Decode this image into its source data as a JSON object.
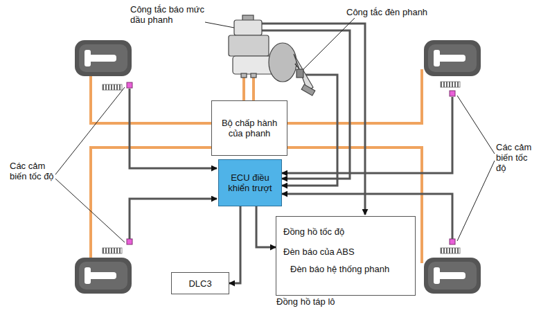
{
  "diagram": {
    "nodes": [
      {
        "text": [
          "Bộ chấp hành của phanh"
        ]
      },
      {
        "text": [
          "ECU điều khiển trượt"
        ]
      },
      {
        "text": [
          "DLC3"
        ]
      },
      {
        "text": [
          "Đồng hồ tốc độ",
          "Đèn báo của ABS",
          "Đèn báo hệ thống phanh",
          "Đồng hồ táp lô"
        ]
      }
    ],
    "edges": [
      {
        "from": 1,
        "to": 2,
        "arrow": "to"
      },
      {
        "from": 1,
        "to": 3,
        "arrow": "to"
      }
    ],
    "labels": [
      "Công tắc báo mức dầu phanh",
      "Công tắc đèn phanh",
      "Các cảm biến tốc độ",
      "Các cảm biến tốc độ"
    ]
  }
}
